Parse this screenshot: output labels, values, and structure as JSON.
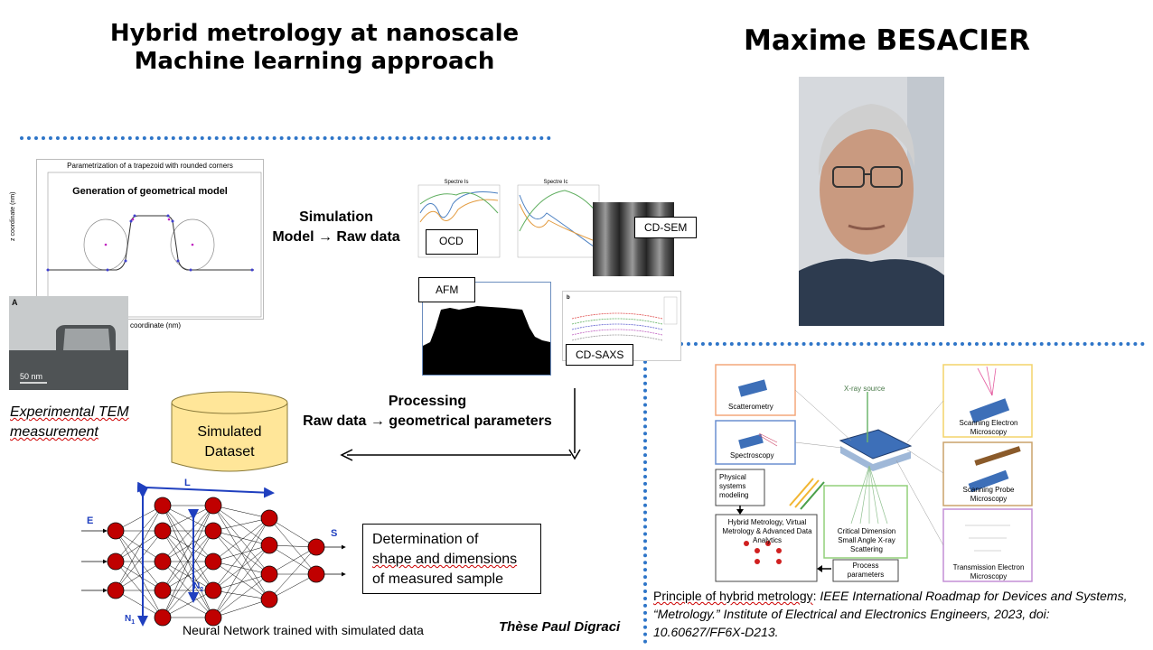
{
  "header": {
    "title_line1": "Hybrid metrology at nanoscale",
    "title_line2": "Machine learning approach",
    "author": "Maxime BESACIER"
  },
  "geometry_plot": {
    "title": "Parametrization of a trapezoid with rounded corners",
    "subtitle": "Generation of geometrical model",
    "ylabel": "z coordinate (nm)",
    "xlabel": "coordinate (nm)"
  },
  "tem": {
    "panel_letter": "A",
    "scale": "50 nm",
    "caption_line1": "Experimental TEM",
    "caption_line2": "measurement"
  },
  "simulation": {
    "line1": "Simulation",
    "line2": "Model → Raw data"
  },
  "measurements": {
    "ocd": "OCD",
    "cdsem": "CD-SEM",
    "afm": "AFM",
    "cdsaxs": "CD-SAXS",
    "spectre_a": "Spectre Is",
    "spectre_b": "Spectre Ic",
    "saxs_panel": "b"
  },
  "processing": {
    "line1": "Processing",
    "line2": "Raw data → geometrical parameters"
  },
  "dataset": {
    "line1": "Simulated",
    "line2": "Dataset"
  },
  "network": {
    "label_L": "L",
    "label_E": "E",
    "label_S": "S",
    "label_N1": "N",
    "sub_N1": "1",
    "label_N2": "N",
    "sub_N2": "2",
    "caption": "Neural Network trained with simulated data"
  },
  "determination": {
    "line1": "Determination of",
    "line2": "shape and dimensions",
    "line3": "of measured sample"
  },
  "thesis": "Thèse Paul Digraci",
  "hybrid_diagram": {
    "xray": "X-ray source",
    "scatterometry": "Scatterometry",
    "spectroscopy": "Spectroscopy",
    "physical": "Physical systems modeling",
    "hybrid": "Hybrid Metrology, Virtual Metrology & Advanced Data Analytics",
    "cdsaxs": "Critical Dimension Small Angle X-ray Scattering",
    "process": "Process parameters",
    "sem": "Scanning Electron Microscopy",
    "spm": "Scanning Probe Microscopy",
    "tem": "Transmission Electron Microscopy"
  },
  "reference": {
    "prefix": "Principle of hybrid metrology",
    "colon": ": ",
    "citation": "IEEE International Roadmap for Devices and Systems, “Metrology.” Institute of Electrical and Electronics Engineers, 2023, doi: 10.60627/FF6X-D213."
  },
  "colors": {
    "dotted": "#2e75c8",
    "neuron": "#c00000",
    "dataset_fill": "#ffe699",
    "arrow_blue": "#1f3fbf"
  }
}
